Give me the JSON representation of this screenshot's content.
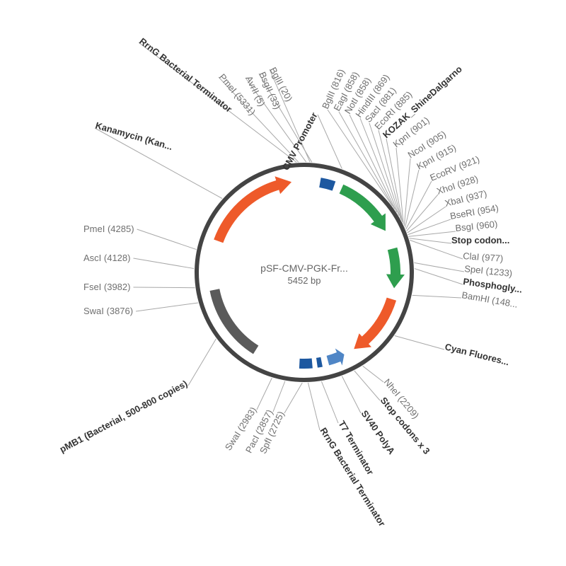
{
  "plasmid": {
    "name": "pSF-CMV-PGK-Fr...",
    "size": "5452 bp",
    "backbone_color": "#444444"
  },
  "colors": {
    "green": "#2e9e4e",
    "orange": "#ee5a2a",
    "gray": "#5a5a5a",
    "navy": "#1d58a0",
    "steel": "#4f86c6"
  },
  "features": [
    {
      "id": "rrng-top",
      "shape": "box",
      "color": "navy",
      "start": 10,
      "end": 19
    },
    {
      "id": "cmv-promoter",
      "shape": "arrow",
      "dir": "cw",
      "color": "green",
      "start": 24,
      "end": 63
    },
    {
      "id": "pgk-promoter",
      "shape": "arrow",
      "dir": "cw",
      "color": "green",
      "start": 75,
      "end": 100
    },
    {
      "id": "cyan-fluorescent",
      "shape": "arrow",
      "dir": "cw",
      "color": "orange",
      "start": 107,
      "end": 147
    },
    {
      "id": "sv40-polya",
      "shape": "arrow",
      "dir": "ccw",
      "color": "steel",
      "start": 154,
      "end": 165
    },
    {
      "id": "t7-terminator",
      "shape": "box",
      "color": "navy",
      "start": 169,
      "end": 172
    },
    {
      "id": "rrng-bottom",
      "shape": "box",
      "color": "navy",
      "start": 175,
      "end": 183
    },
    {
      "id": "pmb1-ori",
      "shape": "box",
      "color": "gray",
      "start": 212,
      "end": 259
    },
    {
      "id": "kanamycin",
      "shape": "arrow",
      "dir": "cw",
      "color": "orange",
      "start": 290,
      "end": 352
    }
  ],
  "labels": [
    {
      "text": "RrnG Bacterial Terminator",
      "kind": "feature",
      "anchor_deg": 356
    },
    {
      "text": "PmeI (5331)",
      "kind": "site",
      "anchor_deg": 357
    },
    {
      "text": "AvrII (5)",
      "kind": "site",
      "anchor_deg": 1
    },
    {
      "text": "BglII (20)",
      "kind": "site",
      "anchor_deg": 3
    },
    {
      "text": "BsgII (33)",
      "kind": "site",
      "anchor_deg": 4
    },
    {
      "text": "CMV Promoter",
      "kind": "feature",
      "anchor_deg": 20
    },
    {
      "text": "BglII (816)",
      "kind": "site",
      "anchor_deg": 53
    },
    {
      "text": "EagI (858)",
      "kind": "site",
      "anchor_deg": 55
    },
    {
      "text": "NotI (858)",
      "kind": "site",
      "anchor_deg": 57
    },
    {
      "text": "HindIII (869)",
      "kind": "site",
      "anchor_deg": 59
    },
    {
      "text": "SacI (881)",
      "kind": "site",
      "anchor_deg": 61
    },
    {
      "text": "EcoRI (885)",
      "kind": "site",
      "anchor_deg": 62
    },
    {
      "text": "KOZAK_ShineDalgarno",
      "kind": "feature",
      "anchor_deg": 63
    },
    {
      "text": "KpnI (901)",
      "kind": "site",
      "anchor_deg": 64
    },
    {
      "text": "NcoI (905)",
      "kind": "site",
      "anchor_deg": 65
    },
    {
      "text": "KpnI (915)",
      "kind": "site",
      "anchor_deg": 66
    },
    {
      "text": "EcoRV (921)",
      "kind": "site",
      "anchor_deg": 67
    },
    {
      "text": "XhoI (928)",
      "kind": "site",
      "anchor_deg": 68
    },
    {
      "text": "XbaI (937)",
      "kind": "site",
      "anchor_deg": 69
    },
    {
      "text": "BseRI (954)",
      "kind": "site",
      "anchor_deg": 70
    },
    {
      "text": "BsgI (960)",
      "kind": "site",
      "anchor_deg": 71
    },
    {
      "text": "Stop codon...",
      "kind": "feature",
      "anchor_deg": 72
    },
    {
      "text": "ClaI (977)",
      "kind": "site",
      "anchor_deg": 73
    },
    {
      "text": "SpeI (1233)",
      "kind": "site",
      "anchor_deg": 85
    },
    {
      "text": "Phosphogly...",
      "kind": "feature",
      "anchor_deg": 88
    },
    {
      "text": "BamHI (148...",
      "kind": "site",
      "anchor_deg": 102
    },
    {
      "text": "Cyan Fluores...",
      "kind": "feature",
      "anchor_deg": 125
    },
    {
      "text": "NheI (2209)",
      "kind": "site",
      "anchor_deg": 148
    },
    {
      "text": "Stop codons x 3",
      "kind": "feature",
      "anchor_deg": 153
    },
    {
      "text": "SV40 PolyA",
      "kind": "feature",
      "anchor_deg": 160
    },
    {
      "text": "T7 Terminator",
      "kind": "feature",
      "anchor_deg": 171
    },
    {
      "text": "RrnG Bacterial Terminator",
      "kind": "feature",
      "anchor_deg": 178
    },
    {
      "text": "SpfI (2725)",
      "kind": "site",
      "anchor_deg": 181
    },
    {
      "text": "PacI (2857)",
      "kind": "site",
      "anchor_deg": 190
    },
    {
      "text": "SwaI (2983)",
      "kind": "site",
      "anchor_deg": 197
    },
    {
      "text": "pMB1 (Bacterial, 500-800 copies)",
      "kind": "feature",
      "anchor_deg": 233
    },
    {
      "text": "SwaI (3876)",
      "kind": "site",
      "anchor_deg": 254
    },
    {
      "text": "FseI (3982)",
      "kind": "site",
      "anchor_deg": 262
    },
    {
      "text": "AscI (4128)",
      "kind": "site",
      "anchor_deg": 272
    },
    {
      "text": "PmeI (4285)",
      "kind": "site",
      "anchor_deg": 282
    },
    {
      "text": "Kanamycin (Kan...",
      "kind": "feature",
      "anchor_deg": 312
    }
  ]
}
